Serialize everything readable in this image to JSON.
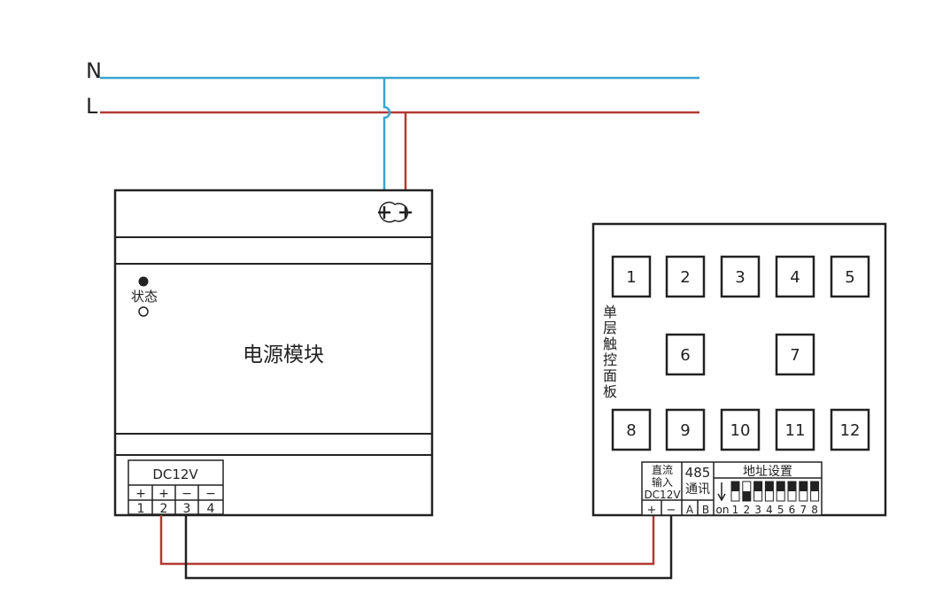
{
  "lines": {
    "n_label": "N",
    "l_label": "L"
  },
  "colors": {
    "neutral": "#3aa6d0",
    "live": "#b23a32",
    "negative": "#222222",
    "outline": "#222222"
  },
  "power_module": {
    "title": "电源模块",
    "status_label": "状态",
    "output_label": "DC12V",
    "terminal_signs": [
      "+",
      "+",
      "−",
      "−"
    ],
    "terminal_numbers": [
      "1",
      "2",
      "3",
      "4"
    ]
  },
  "panel": {
    "title": "单层触控面板",
    "buttons": [
      "1",
      "2",
      "3",
      "4",
      "5",
      "6",
      "7",
      "8",
      "9",
      "10",
      "11",
      "12"
    ],
    "dc_input_label_1": "直流",
    "dc_input_label_2": "输入",
    "dc_input_label_3": "DC12V",
    "comm_label_1": "485",
    "comm_label_2": "通讯",
    "address_label": "地址设置",
    "on_label": "on",
    "dc_signs": [
      "+",
      "−"
    ],
    "comm_terminals": [
      "A",
      "B"
    ],
    "dip_numbers": [
      "1",
      "2",
      "3",
      "4",
      "5",
      "6",
      "7",
      "8"
    ],
    "dip_states": [
      false,
      true,
      false,
      false,
      false,
      false,
      false,
      false
    ]
  }
}
